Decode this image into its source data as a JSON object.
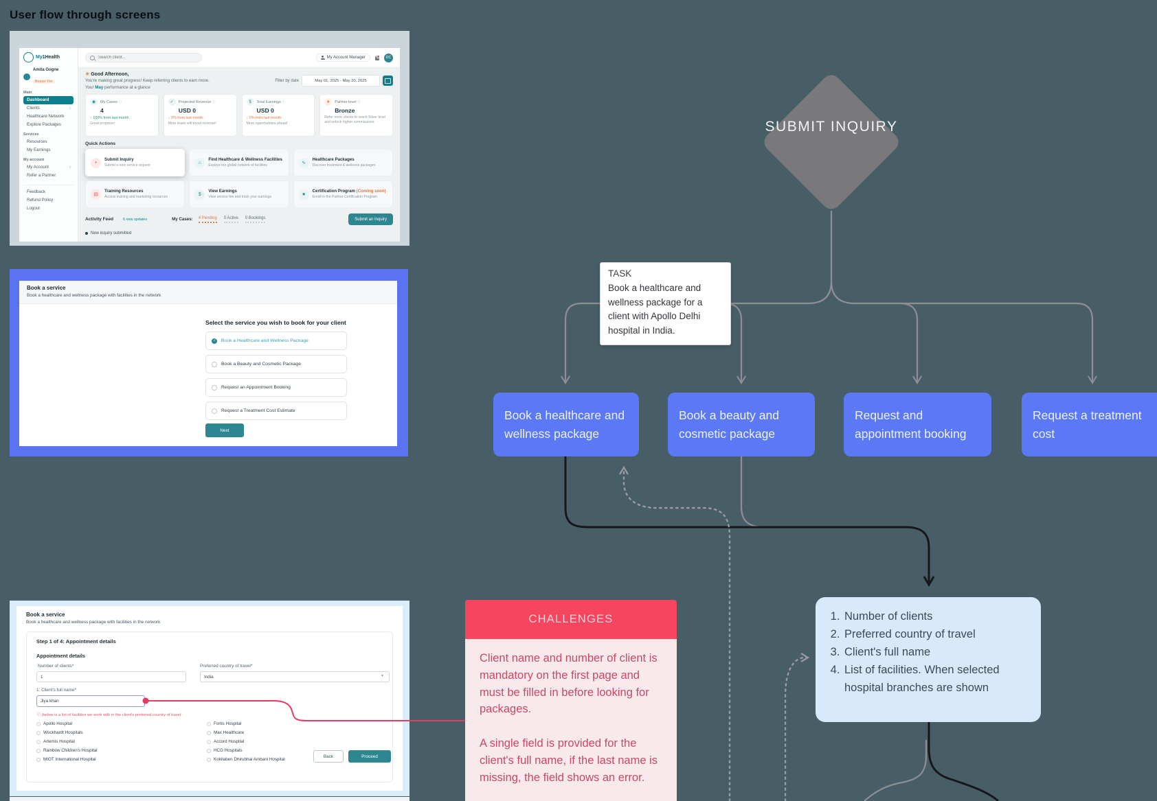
{
  "page": {
    "title": "User flow through screens"
  },
  "colors": {
    "canvas_bg": "#485e67",
    "flow_blue": "#5b79f5",
    "flow_gray": "#79797c",
    "challenge_red": "#f6455f",
    "accent_teal": "#0e7f8c",
    "button_teal": "#2e8691",
    "pink_line": "#e73a5f",
    "detail_box_blue": "#d8e9fb"
  },
  "flow": {
    "start": "SUBMIT INQUIRY",
    "task": {
      "title": "TASK",
      "body": "Book a healthcare and wellness package for a client with Apollo Delhi hospital in India."
    },
    "branches": [
      "Book a healthcare and wellness package",
      "Book a beauty and cosmetic package",
      "Request and appointment booking",
      "Request a treatment cost"
    ],
    "details": [
      "Number of clients",
      "Preferred country of travel",
      "Client's full name",
      "List of facilities. When selected hospital branches are shown"
    ],
    "challenges": {
      "title": "CHALLENGES",
      "p1": "Client name and number of client is mandatory on the first page and must be filled in before looking for packages.",
      "p2": "A single field is provided for the client's full name, if the last name is missing, the field shows an error."
    }
  },
  "dashboard": {
    "logo_part1": "My",
    "logo_part2": "1Health",
    "search_placeholder": "Search client...",
    "topbar": {
      "account_manager": "My Account Manager",
      "avatar_initials": "DC"
    },
    "user": {
      "name": "Amita Gogne",
      "tier": "Bronze Tier"
    },
    "nav": {
      "main_label": "Main",
      "main": [
        "Dashboard",
        "Clients",
        "Healthcare Network",
        "Explore Packages"
      ],
      "services_label": "Services",
      "services": [
        "Resources",
        "My Earnings"
      ],
      "account_label": "My account",
      "account": [
        "My Account",
        "Refer a Partner"
      ],
      "footer": [
        "Feedback",
        "Refund Policy",
        "Logout"
      ]
    },
    "greeting": {
      "title": "Good Afternoon,",
      "subtitle": "You're making great progress! Keep referring clients to earn more.",
      "performance_prefix": "Your",
      "performance_month": "May",
      "performance_suffix": "performance at a glance"
    },
    "filter": {
      "label": "Filter by date",
      "value": "May 01, 2025 - May 20, 2025"
    },
    "metrics": [
      {
        "icon_glyph": "◉",
        "label": "My Cases",
        "value": "4",
        "delta": "↑ 100% from last month",
        "note": "Great progress!"
      },
      {
        "icon_glyph": "✓",
        "label": "Projected Revenue",
        "value": "USD 0",
        "delta": "↓ 0% from last month",
        "note": "More leads will boost revenue!"
      },
      {
        "icon_glyph": "$",
        "label": "Total Earnings",
        "value": "USD 0",
        "delta": "↓ 0% from last month",
        "note": "More opportunities ahead!"
      },
      {
        "icon_glyph": "★",
        "label": "Partner level",
        "value": "Bronze",
        "delta": "",
        "note": "Refer more clients to reach Silver level and unlock higher commissions"
      }
    ],
    "quick_actions_label": "Quick Actions",
    "quick_actions": [
      {
        "icon_glyph": "+",
        "title": "Submit Inquiry",
        "suffix": "",
        "desc": "Submit a new service request"
      },
      {
        "icon_glyph": "⌂",
        "title": "Find Healthcare & Wellness Facilities",
        "suffix": "",
        "desc": "Explore our global network of facilities"
      },
      {
        "icon_glyph": "∿",
        "title": "Healthcare Packages",
        "suffix": "",
        "desc": "Discover treatment & wellness packages"
      },
      {
        "icon_glyph": "▤",
        "title": "Training Resources",
        "suffix": "",
        "desc": "Access training and marketing resources"
      },
      {
        "icon_glyph": "$",
        "title": "View Earnings",
        "suffix": "",
        "desc": "View service fee and track your earnings"
      },
      {
        "icon_glyph": "★",
        "title": "Certification Program",
        "suffix": "(Coming soon)",
        "desc": "Enroll in the Partner Certification Program"
      }
    ],
    "activity": {
      "title": "Activity Feed",
      "badge": "6 new updates",
      "feed_item": "New inquiry submitted"
    },
    "cases": {
      "label": "My Cases:",
      "tabs": [
        "4 Pending",
        "0 Active",
        "0 Bookings"
      ],
      "cta": "Submit an Inquiry"
    }
  },
  "service_screen": {
    "title": "Book a service",
    "subtitle": "Book a healthcare and wellness package with facilities in the network",
    "question": "Select the service you wish to book for your client",
    "options": [
      "Book a Healthcare and Wellness Package",
      "Book a Beauty and Cosmetic Package",
      "Request an Appointment Booking",
      "Request a Treatment Cost Estimate"
    ],
    "next_label": "Next"
  },
  "form_screen": {
    "title": "Book a service",
    "subtitle": "Book a healthcare and wellness package with facilities in the network",
    "step": "Step 1 of 4: Appointment details",
    "section": "Appointment details",
    "clients_label": "Number of clients*",
    "clients_value": "1",
    "country_label": "Preferred country of travel*",
    "country_value": "India",
    "name_label": "1: Client's full name*",
    "name_value": "Jiya khan",
    "note": "ⓘ  (below is a list of facilities we work with in the client's preferred country of travel",
    "hospitals_left": [
      "Apollo Hospital",
      "Wockhardt Hospitals",
      "Artemis Hospital",
      "Rainbow Children's Hospital",
      "MIOT International Hospital"
    ],
    "hospitals_right": [
      "Fortis Hospital",
      "Max Healthcare",
      "Accord Hospital",
      "HCG Hospitals",
      "Kokilaben Dhirubhai Ambani Hospital"
    ],
    "back_label": "Back",
    "proceed_label": "Proceed"
  }
}
